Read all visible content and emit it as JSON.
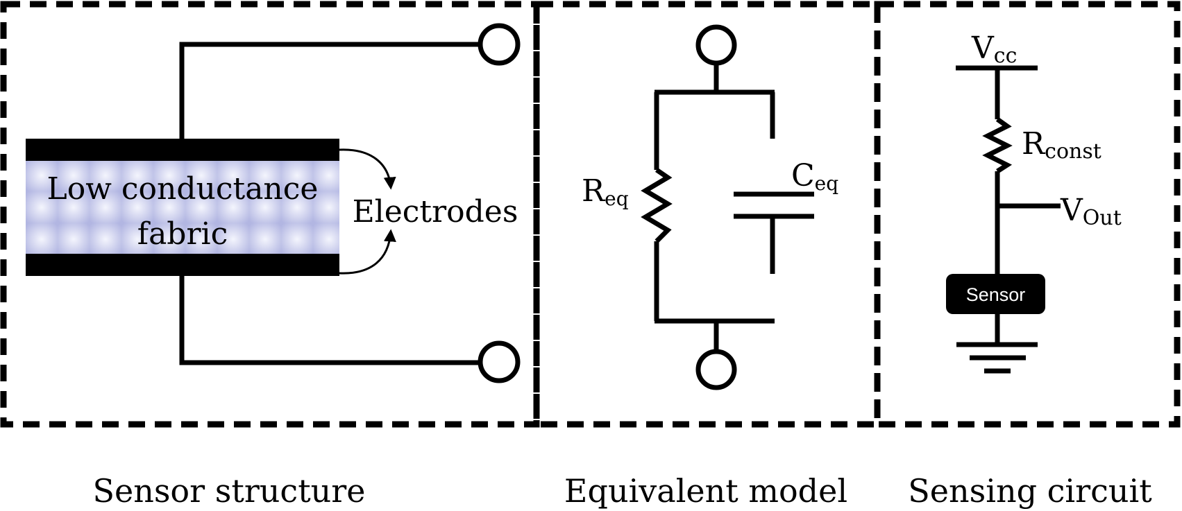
{
  "panels": {
    "structure": {
      "fabric_line1": "Low conductance",
      "fabric_line2": "fabric",
      "electrodes_label": "Electrodes",
      "caption": "Sensor structure"
    },
    "model": {
      "r_main": "R",
      "r_sub": "eq",
      "c_main": "C",
      "c_sub": "eq",
      "caption": "Equivalent model"
    },
    "circuit": {
      "vcc_main": "V",
      "vcc_sub": "cc",
      "rconst_main": "R",
      "rconst_sub": "const",
      "vout_main": "V",
      "vout_sub": "Out",
      "sensor_label": "Sensor",
      "caption": "Sensing circuit"
    }
  },
  "colors": {
    "line": "#000000",
    "fabric_light": "#f4f5fd",
    "fabric_dark": "#b2b6e2",
    "sensor_box": "#000000",
    "sensor_text": "#ffffff"
  }
}
